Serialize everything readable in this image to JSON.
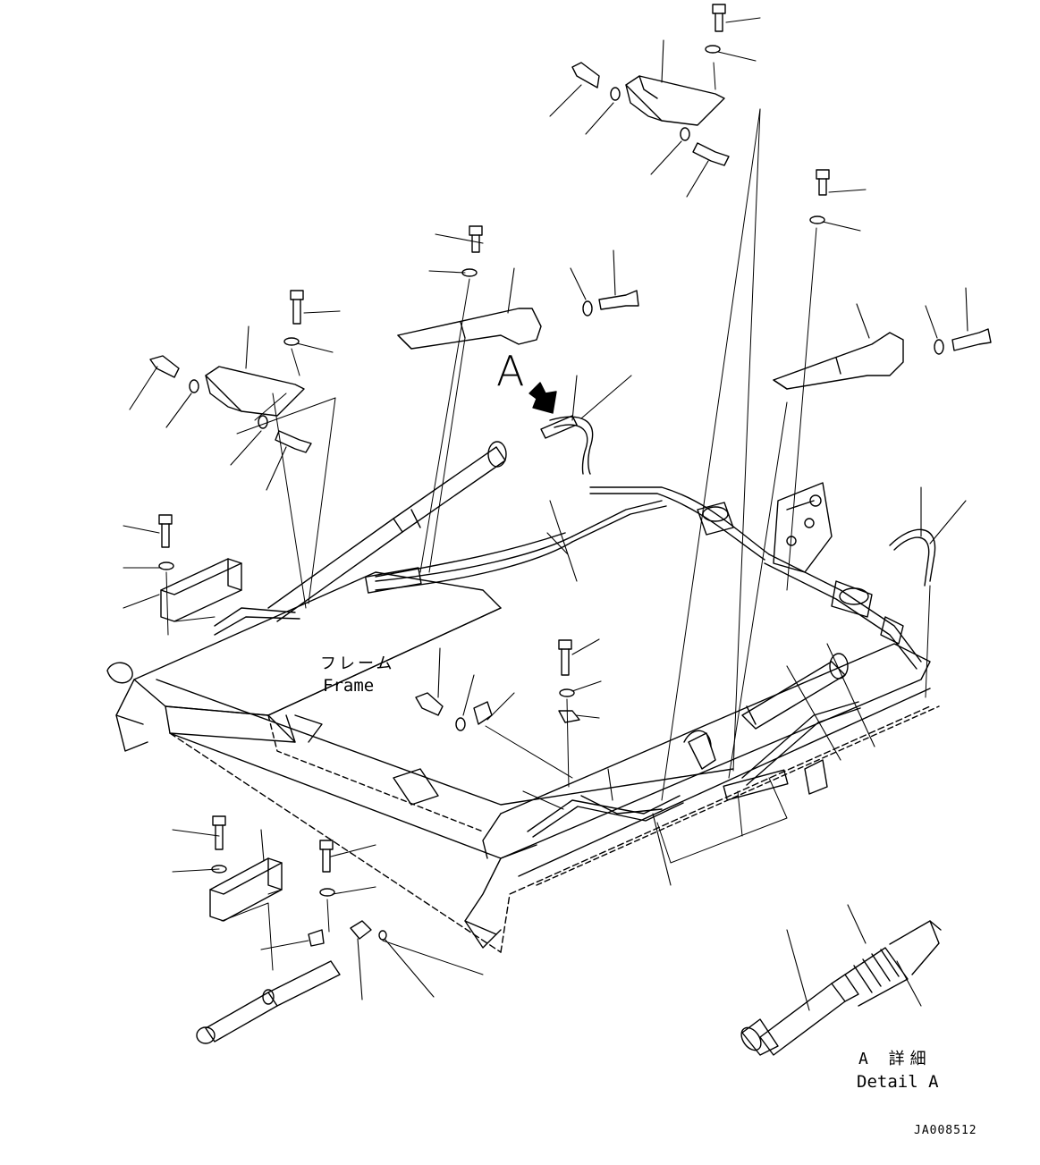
{
  "labels": {
    "frame_jp": "フレーム",
    "frame_en": "Frame",
    "view_marker": "A",
    "detail_jp": "A 詳細",
    "detail_en": "Detail A",
    "drawing_code": "JA008512"
  },
  "colors": {
    "line": "#000000",
    "background": "#ffffff"
  },
  "icons": {
    "view_arrow": "view-direction-arrow-icon"
  }
}
